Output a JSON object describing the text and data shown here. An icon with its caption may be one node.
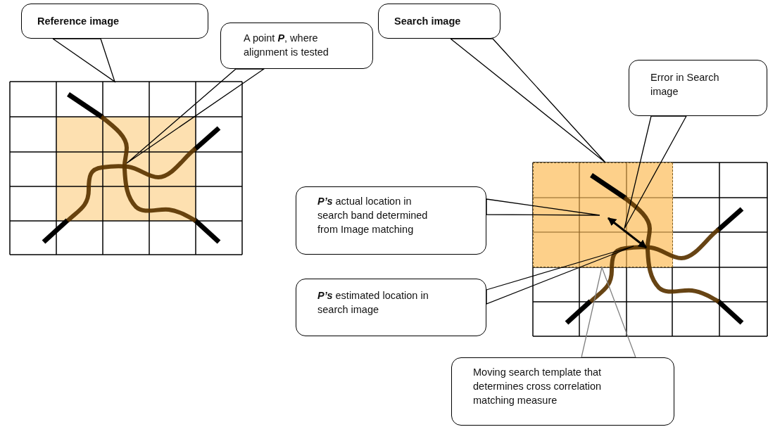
{
  "diagram": {
    "nodes": [
      {
        "text": [
          "Reference image"
        ]
      },
      {
        "text": [
          "A point **P**, where alignment is tested"
        ]
      },
      {
        "text": [],
        "shape": "grid"
      },
      {
        "text": [
          "Search image"
        ]
      },
      {
        "text": [
          "Error in Search image"
        ]
      },
      {
        "text": [
          "**P’s** actual location in search band determined from Image matching"
        ]
      },
      {
        "text": [
          "**P’s** estimated location in search image"
        ]
      },
      {
        "text": [],
        "shape": "grid"
      },
      {
        "text": [],
        "shape": "box",
        "in": 7
      },
      {
        "text": [
          "Moving search template that determines cross correlation matching measure"
        ]
      }
    ],
    "edges": [
      {
        "from": 0,
        "to": 2,
        "arrow": "none"
      },
      {
        "from": 1,
        "to": 2,
        "arrow": "none"
      },
      {
        "from": 3,
        "to": 7,
        "arrow": "none"
      },
      {
        "from": 4,
        "to": 8,
        "arrow": "none"
      },
      {
        "from": 5,
        "to": 8,
        "arrow": "none"
      },
      {
        "from": 6,
        "to": 8,
        "arrow": "none"
      },
      {
        "from": 9,
        "to": 8,
        "arrow": "none",
        "color": "#808080"
      }
    ]
  }
}
